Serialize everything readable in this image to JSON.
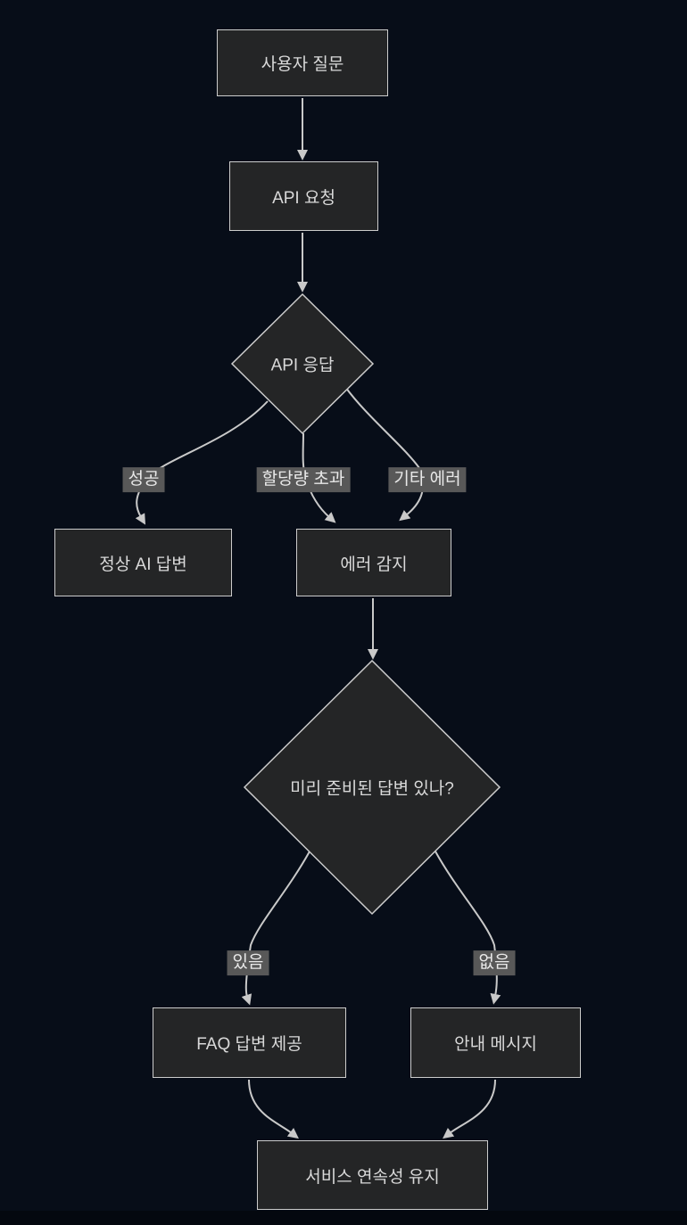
{
  "diagram": {
    "type": "flowchart",
    "direction": "top-down",
    "colors": {
      "background": "#070d18",
      "node_fill": "#242526",
      "node_border": "#cccccc",
      "node_text": "#d9d9d9",
      "edge_line": "#c9c9c9",
      "edge_label_bg": "#585858",
      "edge_label_text": "#e8e8e8"
    },
    "nodes": [
      {
        "id": "user-question",
        "shape": "rect",
        "label": "사용자 질문"
      },
      {
        "id": "api-request",
        "shape": "rect",
        "label": "API 요청"
      },
      {
        "id": "api-response",
        "shape": "diamond",
        "label": "API 응답"
      },
      {
        "id": "normal-ai-answer",
        "shape": "rect",
        "label": "정상 AI 답변"
      },
      {
        "id": "error-detected",
        "shape": "rect",
        "label": "에러 감지"
      },
      {
        "id": "prepared-answer-check",
        "shape": "diamond",
        "label": "미리 준비된 답변 있나?"
      },
      {
        "id": "faq-answer",
        "shape": "rect",
        "label": "FAQ 답변 제공"
      },
      {
        "id": "guide-message",
        "shape": "rect",
        "label": "안내 메시지"
      },
      {
        "id": "service-continuity",
        "shape": "rect",
        "label": "서비스 연속성 유지"
      }
    ],
    "edges": [
      {
        "from": "사용자 질문",
        "to": "API 요청",
        "label": ""
      },
      {
        "from": "API 요청",
        "to": "API 응답",
        "label": ""
      },
      {
        "from": "API 응답",
        "to": "정상 AI 답변",
        "label": "성공"
      },
      {
        "from": "API 응답",
        "to": "에러 감지",
        "label": "할당량 초과"
      },
      {
        "from": "API 응답",
        "to": "에러 감지",
        "label": "기타 에러"
      },
      {
        "from": "에러 감지",
        "to": "미리 준비된 답변 있나?",
        "label": ""
      },
      {
        "from": "미리 준비된 답변 있나?",
        "to": "FAQ 답변 제공",
        "label": "있음"
      },
      {
        "from": "미리 준비된 답변 있나?",
        "to": "안내 메시지",
        "label": "없음"
      },
      {
        "from": "FAQ 답변 제공",
        "to": "서비스 연속성 유지",
        "label": ""
      },
      {
        "from": "안내 메시지",
        "to": "서비스 연속성 유지",
        "label": ""
      }
    ]
  }
}
